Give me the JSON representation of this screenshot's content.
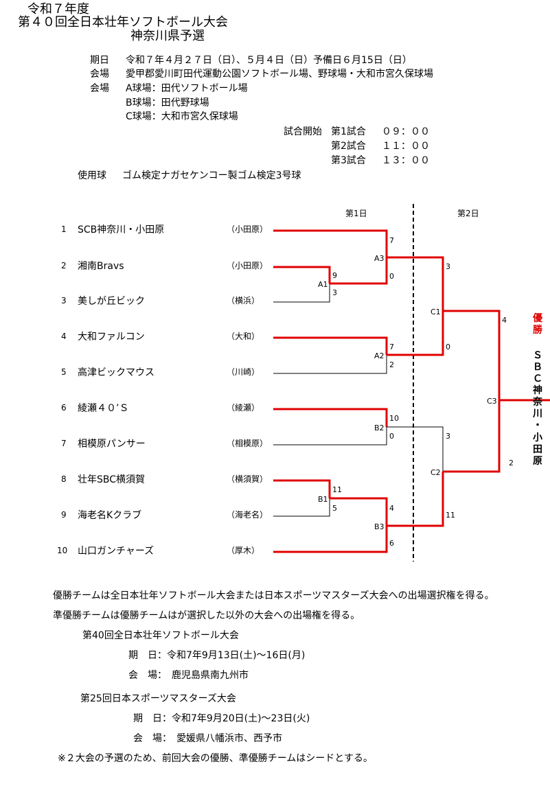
{
  "header": {
    "year": "令和７年度",
    "title": "第４０回全日本壮年ソフトボール大会",
    "subtitle": "神奈川県予選"
  },
  "info": {
    "date_label": "期日",
    "date_value": "令和７年４月２７日（日）、５月４日（日）予備日６月15日（日）",
    "venue_label": "会場",
    "venue_value": "愛甲郡愛川町田代運動公園ソフトボール場、野球場・大和市宮久保球場",
    "venue2_label": "会場",
    "field_a": "A球場：田代ソフトボール場",
    "field_b": "B球場：田代野球場",
    "field_c": "C球場：大和市宮久保球場",
    "start_label": "試合開始",
    "game1_label": "第1試合",
    "game1_time": "０９：００",
    "game2_label": "第2試合",
    "game2_time": "１１：００",
    "game3_label": "第3試合",
    "game3_time": "１３：００",
    "ball_label": "使用球",
    "ball_value": "ゴム検定ナガセケンコー製ゴム検定3号球"
  },
  "bracket": {
    "day1": "第1日",
    "day2": "第2日",
    "teams": [
      {
        "no": "1",
        "name": "SCB神奈川・小田原",
        "area": "（小田原）"
      },
      {
        "no": "2",
        "name": "湘南Bravs",
        "area": "（小田原）"
      },
      {
        "no": "3",
        "name": "美しが丘ビック",
        "area": "（横浜）"
      },
      {
        "no": "4",
        "name": "大和ファルコン",
        "area": "（大和）"
      },
      {
        "no": "5",
        "name": "高津ビックマウス",
        "area": "（川崎）"
      },
      {
        "no": "6",
        "name": "綾瀬４０’Ｓ",
        "area": "（綾瀬）"
      },
      {
        "no": "7",
        "name": "相模原パンサー",
        "area": "（相模原）"
      },
      {
        "no": "8",
        "name": "壮年SBC横須賀",
        "area": "（横須賀）"
      },
      {
        "no": "9",
        "name": "海老名Kクラブ",
        "area": "（海老名）"
      },
      {
        "no": "10",
        "name": "山口ガンチャーズ",
        "area": "（厚木）"
      }
    ],
    "matches": {
      "A1": {
        "label": "A1",
        "top": "9",
        "bottom": "3"
      },
      "A2": {
        "label": "A2",
        "top": "7",
        "bottom": "2"
      },
      "A3": {
        "label": "A3",
        "top": "7",
        "bottom": "0"
      },
      "B1": {
        "label": "B1",
        "top": "11",
        "bottom": "5"
      },
      "B2": {
        "label": "B2",
        "top": "10",
        "bottom": "0"
      },
      "B3": {
        "label": "B3",
        "top": "4",
        "bottom": "6"
      },
      "C1": {
        "label": "C1",
        "top": "3",
        "bottom": "0"
      },
      "C2": {
        "label": "C2",
        "top": "3",
        "bottom": "11"
      },
      "C3": {
        "label": "C3",
        "top": "4",
        "bottom": "2"
      }
    },
    "winner_label": [
      "優",
      "勝"
    ],
    "winner_name": [
      "Ｓ",
      "Ｂ",
      "Ｃ",
      "神",
      "奈",
      "川",
      "・",
      "小",
      "田",
      "原"
    ]
  },
  "notes": {
    "line1": "優勝チームは全日本壮年ソフトボール大会または日本スポーツマスターズ大会への出場選択権を得る。",
    "line2": "準優勝チームは優勝チームはが選択した以外の大会への出場権を得る。",
    "event1_title": "第40回全日本壮年ソフトボール大会",
    "event1_date": "期　日：令和7年9月13日(土)～16日(月)",
    "event1_venue": "会　場：　鹿児島県南九州市",
    "event2_title": "第25回日本スポーツマスターズ大会",
    "event2_date": "期　日：令和7年9月20日(土)～23日(火)",
    "event2_venue": "会　場：　愛媛県八幡浜市、西予市",
    "footnote": "※２大会の予選のため、前回大会の優勝、準優勝チームはシードとする。"
  },
  "colors": {
    "win_line": "#e00000",
    "loss_line": "#000000"
  }
}
